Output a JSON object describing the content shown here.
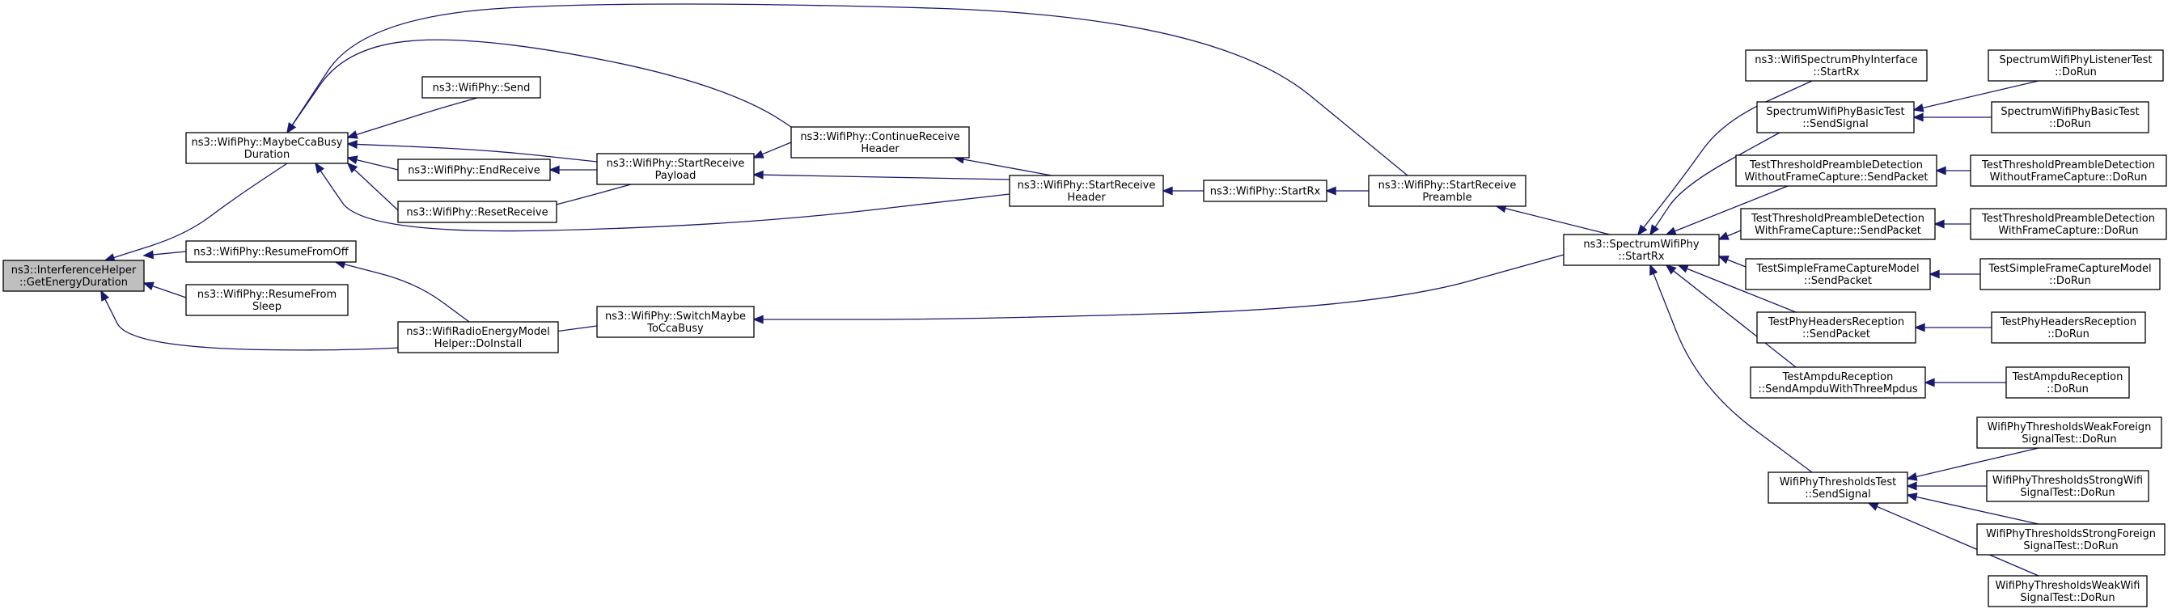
{
  "graph": {
    "edge_color": "#191970",
    "root_fill": "#bfbfbf",
    "nodes": [
      {
        "id": "root",
        "lines": [
          "ns3::InterferenceHelper",
          "::GetEnergyDuration"
        ],
        "root": true
      },
      {
        "id": "maybe",
        "lines": [
          "ns3::WifiPhy::MaybeCcaBusy",
          "Duration"
        ]
      },
      {
        "id": "resumeoff",
        "lines": [
          "ns3::WifiPhy::ResumeFromOff"
        ]
      },
      {
        "id": "resumesleep",
        "lines": [
          "ns3::WifiPhy::ResumeFrom",
          "Sleep"
        ]
      },
      {
        "id": "switchcca",
        "lines": [
          "ns3::WifiPhy::SwitchMaybe",
          "ToCcaBusy"
        ]
      },
      {
        "id": "send",
        "lines": [
          "ns3::WifiPhy::Send"
        ]
      },
      {
        "id": "endrx",
        "lines": [
          "ns3::WifiPhy::EndReceive"
        ]
      },
      {
        "id": "resetrx",
        "lines": [
          "ns3::WifiPhy::ResetReceive"
        ]
      },
      {
        "id": "energy",
        "lines": [
          "ns3::WifiRadioEnergyModel",
          "Helper::DoInstall"
        ]
      },
      {
        "id": "payload",
        "lines": [
          "ns3::WifiPhy::StartReceive",
          "Payload"
        ]
      },
      {
        "id": "continue",
        "lines": [
          "ns3::WifiPhy::ContinueReceive",
          "Header"
        ]
      },
      {
        "id": "header",
        "lines": [
          "ns3::WifiPhy::StartReceive",
          "Header"
        ]
      },
      {
        "id": "startrx",
        "lines": [
          "ns3::WifiPhy::StartRx"
        ]
      },
      {
        "id": "preamble",
        "lines": [
          "ns3::WifiPhy::StartReceive",
          "Preamble"
        ]
      },
      {
        "id": "spectrumrx",
        "lines": [
          "ns3::SpectrumWifiPhy",
          "::StartRx"
        ]
      },
      {
        "id": "iface",
        "lines": [
          "ns3::WifiSpectrumPhyInterface",
          "::StartRx"
        ]
      },
      {
        "id": "basicsend",
        "lines": [
          "SpectrumWifiPhyBasicTest",
          "::SendSignal"
        ]
      },
      {
        "id": "nofcsend",
        "lines": [
          "TestThresholdPreambleDetection",
          "WithoutFrameCapture::SendPacket"
        ]
      },
      {
        "id": "fcsend",
        "lines": [
          "TestThresholdPreambleDetection",
          "WithFrameCapture::SendPacket"
        ]
      },
      {
        "id": "simplesend",
        "lines": [
          "TestSimpleFrameCaptureModel",
          "::SendPacket"
        ]
      },
      {
        "id": "hdrsend",
        "lines": [
          "TestPhyHeadersReception",
          "::SendPacket"
        ]
      },
      {
        "id": "ampdusend",
        "lines": [
          "TestAmpduReception",
          "::SendAmpduWithThreeMpdus"
        ]
      },
      {
        "id": "thrsend",
        "lines": [
          "WifiPhyThresholdsTest",
          "::SendSignal"
        ]
      },
      {
        "id": "listenerrun",
        "lines": [
          "SpectrumWifiPhyListenerTest",
          "::DoRun"
        ]
      },
      {
        "id": "basicrun",
        "lines": [
          "SpectrumWifiPhyBasicTest",
          "::DoRun"
        ]
      },
      {
        "id": "nofcrun",
        "lines": [
          "TestThresholdPreambleDetection",
          "WithoutFrameCapture::DoRun"
        ]
      },
      {
        "id": "fcrun",
        "lines": [
          "TestThresholdPreambleDetection",
          "WithFrameCapture::DoRun"
        ]
      },
      {
        "id": "simplerun",
        "lines": [
          "TestSimpleFrameCaptureModel",
          "::DoRun"
        ]
      },
      {
        "id": "hdrrun",
        "lines": [
          "TestPhyHeadersReception",
          "::DoRun"
        ]
      },
      {
        "id": "ampdurun",
        "lines": [
          "TestAmpduReception",
          "::DoRun"
        ]
      },
      {
        "id": "weakforeign",
        "lines": [
          "WifiPhyThresholdsWeakForeign",
          "SignalTest::DoRun"
        ]
      },
      {
        "id": "strongwifi",
        "lines": [
          "WifiPhyThresholdsStrongWifi",
          "SignalTest::DoRun"
        ]
      },
      {
        "id": "strongforeign",
        "lines": [
          "WifiPhyThresholdsStrongForeign",
          "SignalTest::DoRun"
        ]
      },
      {
        "id": "weakwifi",
        "lines": [
          "WifiPhyThresholdsWeakWifi",
          "SignalTest::DoRun"
        ]
      }
    ],
    "edges": [
      {
        "from": "maybe",
        "to": "root"
      },
      {
        "from": "resumeoff",
        "to": "root"
      },
      {
        "from": "resumesleep",
        "to": "root"
      },
      {
        "from": "switchcca",
        "to": "root"
      },
      {
        "from": "send",
        "to": "maybe"
      },
      {
        "from": "endrx",
        "to": "maybe"
      },
      {
        "from": "resetrx",
        "to": "maybe"
      },
      {
        "from": "payload",
        "to": "maybe"
      },
      {
        "from": "continue",
        "to": "maybe"
      },
      {
        "from": "header",
        "to": "maybe"
      },
      {
        "from": "preamble",
        "to": "maybe"
      },
      {
        "from": "energy",
        "to": "resumeoff"
      },
      {
        "from": "payload",
        "to": "endrx"
      },
      {
        "from": "payload",
        "to": "resetrx"
      },
      {
        "from": "continue",
        "to": "payload"
      },
      {
        "from": "header",
        "to": "payload"
      },
      {
        "from": "header",
        "to": "continue"
      },
      {
        "from": "startrx",
        "to": "header"
      },
      {
        "from": "preamble",
        "to": "startrx"
      },
      {
        "from": "spectrumrx",
        "to": "preamble"
      },
      {
        "from": "spectrumrx",
        "to": "switchcca"
      },
      {
        "from": "iface",
        "to": "spectrumrx"
      },
      {
        "from": "basicsend",
        "to": "spectrumrx"
      },
      {
        "from": "nofcsend",
        "to": "spectrumrx"
      },
      {
        "from": "fcsend",
        "to": "spectrumrx"
      },
      {
        "from": "simplesend",
        "to": "spectrumrx"
      },
      {
        "from": "hdrsend",
        "to": "spectrumrx"
      },
      {
        "from": "ampdusend",
        "to": "spectrumrx"
      },
      {
        "from": "thrsend",
        "to": "spectrumrx"
      },
      {
        "from": "listenerrun",
        "to": "basicsend"
      },
      {
        "from": "basicrun",
        "to": "basicsend"
      },
      {
        "from": "nofcrun",
        "to": "nofcsend"
      },
      {
        "from": "fcrun",
        "to": "fcsend"
      },
      {
        "from": "simplerun",
        "to": "simplesend"
      },
      {
        "from": "hdrrun",
        "to": "hdrsend"
      },
      {
        "from": "ampdurun",
        "to": "ampdusend"
      },
      {
        "from": "weakforeign",
        "to": "thrsend"
      },
      {
        "from": "strongwifi",
        "to": "thrsend"
      },
      {
        "from": "strongforeign",
        "to": "thrsend"
      },
      {
        "from": "weakwifi",
        "to": "thrsend"
      }
    ]
  }
}
